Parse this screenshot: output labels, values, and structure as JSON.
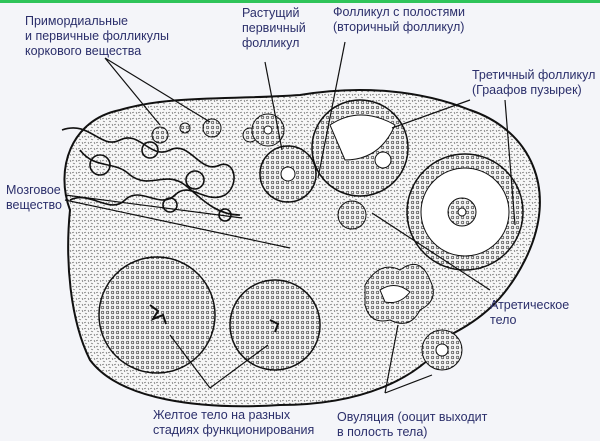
{
  "colors": {
    "accent_bar": "#2fc45a",
    "label_text": "#2b2f6b",
    "line": "#111111"
  },
  "labels": {
    "primordial": [
      "Примордиальные",
      "и первичные фолликулы",
      "коркового вещества"
    ],
    "growing": [
      "Растущий",
      "первичный",
      "фолликул"
    ],
    "secondary": [
      "Фолликул с полостями",
      "(вторичный фолликул)"
    ],
    "tertiary": [
      "Третичный фолликул",
      "(Граафов пузырек)"
    ],
    "medulla": [
      "Мозговое",
      "вещество"
    ],
    "atretic": [
      "Атретическое",
      "тело"
    ],
    "corpus_luteum": [
      "Желтое тело на разных",
      "стадиях функционирования"
    ],
    "ovulation": [
      "Овуляция (ооцит выходит",
      "в полость тела)"
    ]
  }
}
